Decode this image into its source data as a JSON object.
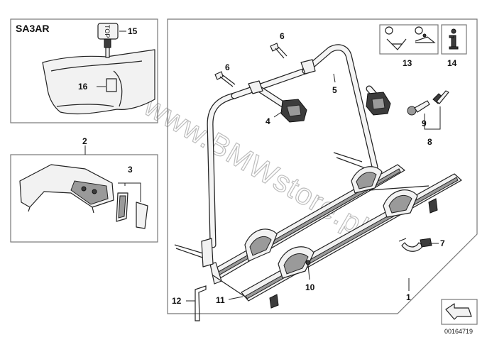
{
  "watermark": "www.BMWstore.pl",
  "diagram_code": "00164719",
  "inset_top": {
    "header": "SA3AR"
  },
  "callouts": {
    "c1": "1",
    "c2": "2",
    "c3": "3",
    "c4": "4",
    "c5": "5",
    "c6a": "6",
    "c6b": "6",
    "c7": "7",
    "c8": "8",
    "c9": "9",
    "c10": "10",
    "c11": "11",
    "c12": "12",
    "c13": "13",
    "c14": "14",
    "c15": "15",
    "c16": "16"
  },
  "key_text": "TOP",
  "icons": [
    "info-icon",
    "instruction-pictogram-icon",
    "navigation-arrow-icon"
  ]
}
